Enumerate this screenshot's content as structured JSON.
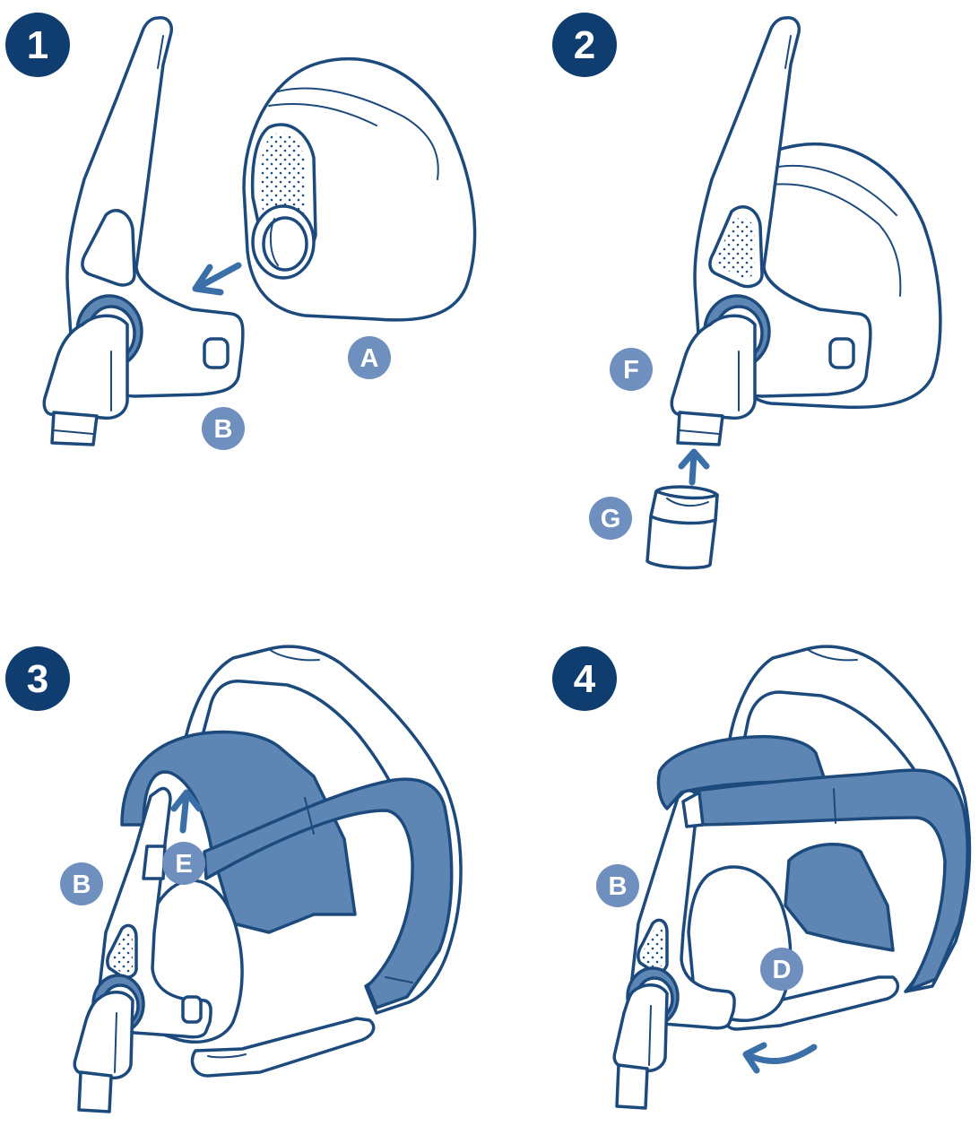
{
  "colors": {
    "line": "#1d4a7d",
    "step_badge": "#0f3d70",
    "label_badge": "#6f8fbe",
    "strap_fill": "#5e86b4",
    "arrow": "#3a6fa8",
    "background": "#ffffff"
  },
  "steps": [
    {
      "number": "1",
      "labels": [
        "A",
        "B"
      ]
    },
    {
      "number": "2",
      "labels": [
        "F",
        "G"
      ]
    },
    {
      "number": "3",
      "labels": [
        "B",
        "E"
      ]
    },
    {
      "number": "4",
      "labels": [
        "B",
        "D"
      ]
    }
  ]
}
